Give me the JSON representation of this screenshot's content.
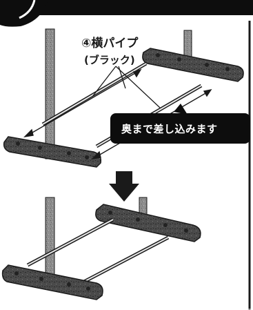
{
  "labels": {
    "pipe_title": "④横パイプ",
    "pipe_color": "(ブラック)",
    "callout": "奥まで差し込みます"
  },
  "colors": {
    "ink": "#1a1a1a",
    "pole_fill": "#8d8d8d",
    "bar_fill": "#3a3a3a",
    "callout_bg": "#0d0d0d",
    "callout_text": "#ffffff",
    "arrow": "#1a1a1a"
  },
  "icons": {
    "step_arrow": "down-arrow-icon"
  }
}
